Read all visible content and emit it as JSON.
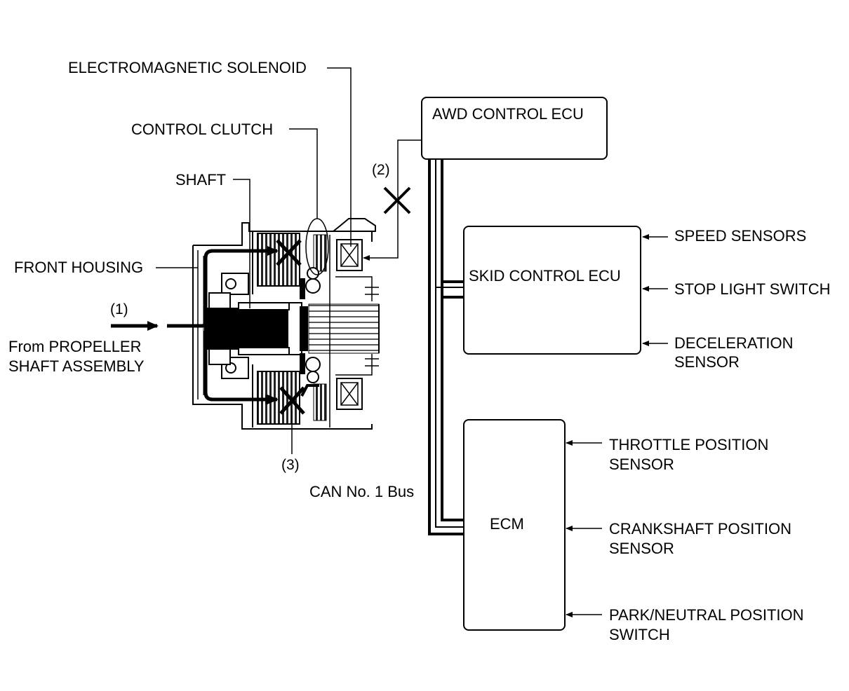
{
  "labels": {
    "solenoid": "ELECTROMAGNETIC SOLENOID",
    "clutch": "CONTROL CLUTCH",
    "shaft": "SHAFT",
    "housing": "FRONT HOUSING",
    "marker1": "(1)",
    "marker2": "(2)",
    "marker3": "(3)",
    "from_line1": "From PROPELLER",
    "from_line2": "SHAFT ASSEMBLY",
    "can_bus": "CAN No. 1 Bus"
  },
  "boxes": {
    "awd": "AWD CONTROL ECU",
    "skid": "SKID CONTROL ECU",
    "ecm": "ECM"
  },
  "inputs": {
    "speed": "SPEED SENSORS",
    "stop": "STOP LIGHT SWITCH",
    "decel_1": "DECELERATION",
    "decel_2": "SENSOR",
    "throttle_1": "THROTTLE POSITION",
    "throttle_2": "SENSOR",
    "crank_1": "CRANKSHAFT POSITION",
    "crank_2": "SENSOR",
    "park_1": "PARK/NEUTRAL POSITION",
    "park_2": "SWITCH"
  }
}
